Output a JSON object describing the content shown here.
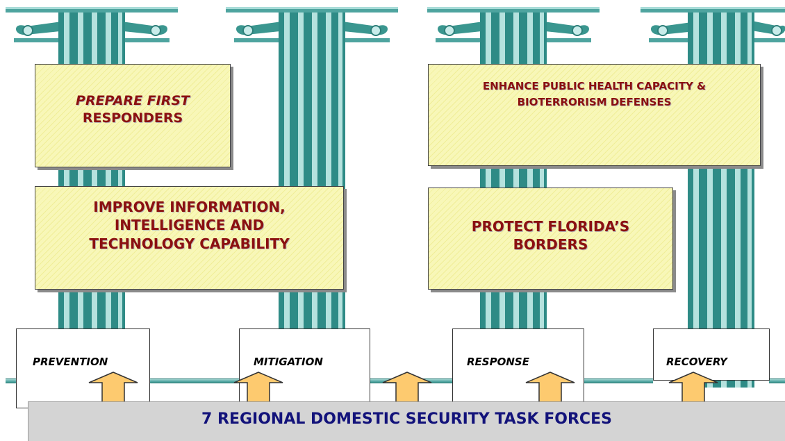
{
  "colors": {
    "pillar": "#2e8b86",
    "note_fill": "#f8f7b8",
    "note_text": "#8b1010",
    "base_fill": "#d4d4d4",
    "base_text": "#12127a",
    "arrow": "#fdca6f"
  },
  "goals": {
    "prepare_first": "PREPARE FIRST",
    "responders": "RESPONDERS",
    "public_health_line1": "ENHANCE PUBLIC HEALTH CAPACITY &",
    "public_health_line2": "BIOTERRORISM DEFENSES",
    "info_line1": "IMPROVE INFORMATION,",
    "info_line2": "INTELLIGENCE AND",
    "info_line3": "TECHNOLOGY CAPABILITY",
    "borders_line1": "PROTECT FLORIDA’S",
    "borders_line2": "BORDERS"
  },
  "phases": {
    "prevention": "PREVENTION",
    "mitigation": "MITIGATION",
    "response": "RESPONSE",
    "recovery": "RECOVERY"
  },
  "foundation": {
    "label": "7 REGIONAL DOMESTIC SECURITY TASK FORCES"
  },
  "icons": {
    "pillar": "ionic-column-icon",
    "arrow": "up-arrow-icon"
  }
}
